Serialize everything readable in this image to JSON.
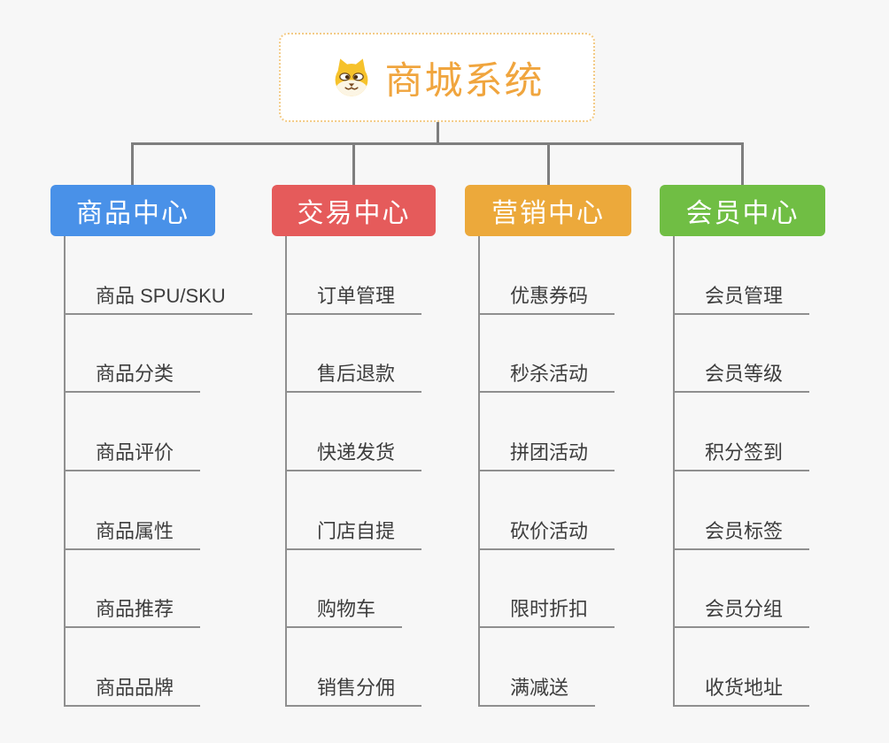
{
  "root": {
    "title": "商城系统",
    "icon": "shiba-dog-icon"
  },
  "branches": [
    {
      "label": "商品中心",
      "color": "#4991E8",
      "children": [
        "商品 SPU/SKU",
        "商品分类",
        "商品评价",
        "商品属性",
        "商品推荐",
        "商品品牌"
      ]
    },
    {
      "label": "交易中心",
      "color": "#E55B5B",
      "children": [
        "订单管理",
        "售后退款",
        "快递发货",
        "门店自提",
        "购物车",
        "销售分佣"
      ]
    },
    {
      "label": "营销中心",
      "color": "#ECA93B",
      "children": [
        "优惠券码",
        "秒杀活动",
        "拼团活动",
        "砍价活动",
        "限时折扣",
        "满减送"
      ]
    },
    {
      "label": "会员中心",
      "color": "#70BE44",
      "children": [
        "会员管理",
        "会员等级",
        "积分签到",
        "会员标签",
        "会员分组",
        "收货地址"
      ]
    }
  ],
  "colors": {
    "background": "#F7F7F7",
    "connector": "#7E7E7E",
    "leaf_line": "#8F8F8F",
    "leaf_text": "#3D3D3D",
    "root_title": "#F0A53E",
    "root_border": "#F3CB87"
  }
}
